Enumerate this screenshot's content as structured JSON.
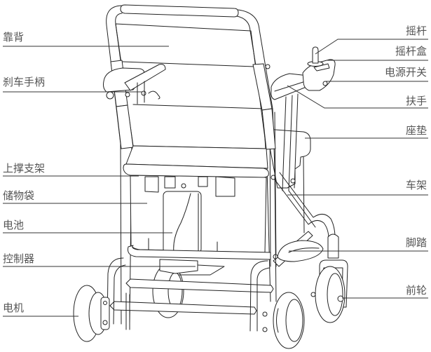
{
  "diagram": {
    "labels_left": [
      {
        "text": "靠背"
      },
      {
        "text": "刹车手柄"
      },
      {
        "text": "上撑支架"
      },
      {
        "text": "储物袋"
      },
      {
        "text": "电池"
      },
      {
        "text": "控制器"
      },
      {
        "text": "电机"
      }
    ],
    "labels_right": [
      {
        "text": "摇杆"
      },
      {
        "text": "摇杆盒"
      },
      {
        "text": "电源开关"
      },
      {
        "text": "扶手"
      },
      {
        "text": "座垫"
      },
      {
        "text": "车架"
      },
      {
        "text": "脚踏"
      },
      {
        "text": "前轮"
      }
    ]
  },
  "colors": {
    "background": "#ffffff",
    "drawing_line": "#222222",
    "leader_line": "#333333",
    "label_text": "#555555"
  }
}
